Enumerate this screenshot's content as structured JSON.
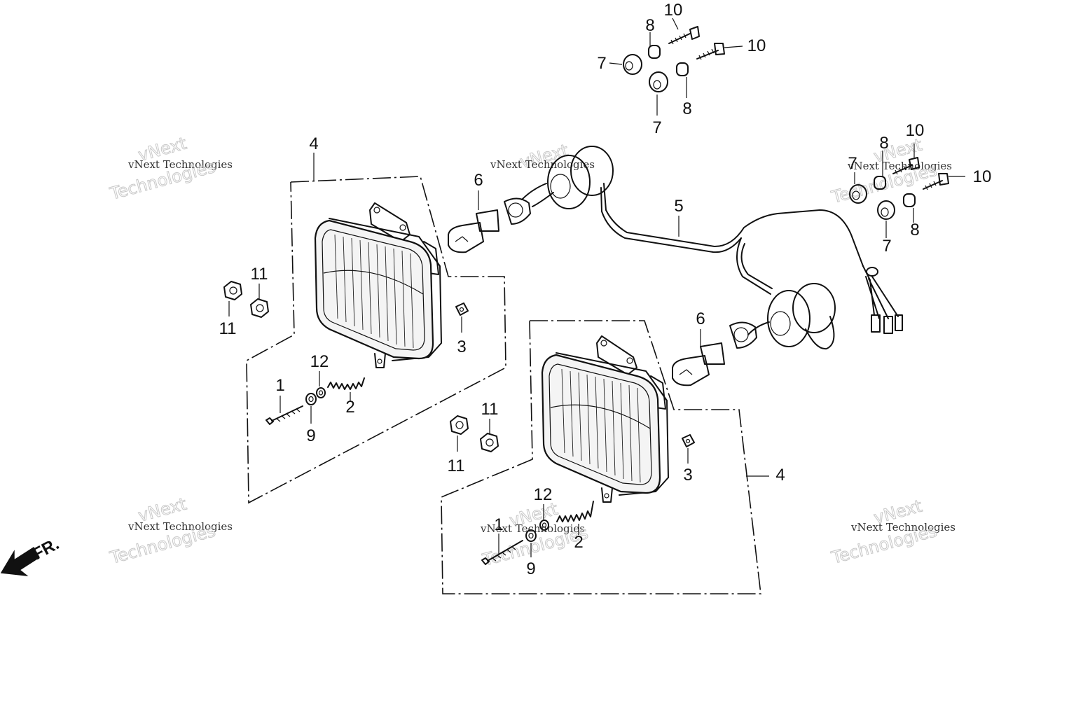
{
  "labels": {
    "bolt": "1",
    "spring": "2",
    "nut_square": "3",
    "headlight": "4",
    "harness": "5",
    "bulb": "6",
    "grommet": "7",
    "collar": "8",
    "washer": "9",
    "screw": "10",
    "nut_flange": "11",
    "spacer": "12"
  },
  "front_indicator": "FR.",
  "watermark": {
    "line1": "vNext",
    "line2": "Technologies",
    "small": "vNext Technologies"
  }
}
